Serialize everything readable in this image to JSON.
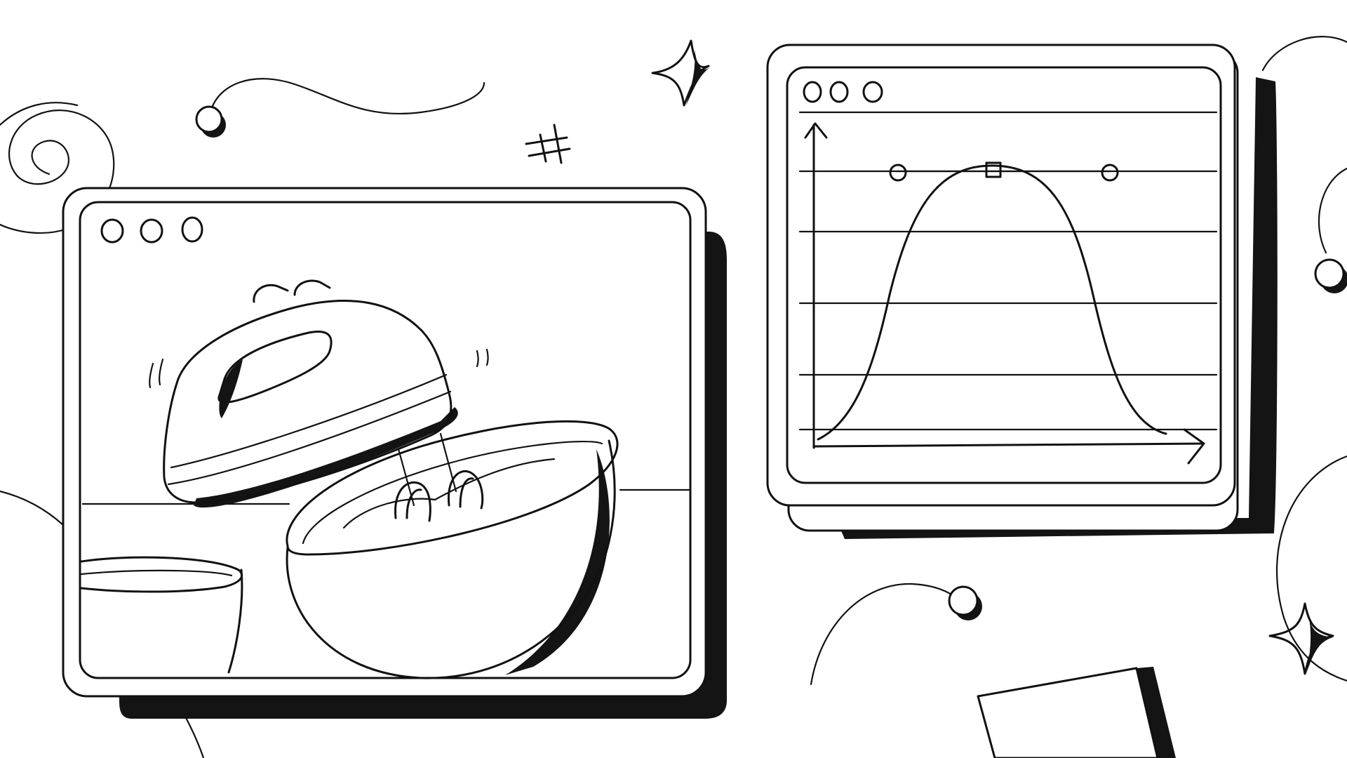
{
  "illustration": {
    "colors": {
      "ink": "#111111",
      "paper": "#ffffff",
      "shadow": "#141414"
    },
    "windows": [
      {
        "name": "mixer-window",
        "controls": [
          "window-dot",
          "window-dot",
          "window-dot"
        ],
        "content": "hand-mixer-icon"
      },
      {
        "name": "chart-window",
        "controls": [
          "window-dot",
          "window-dot",
          "window-dot"
        ],
        "content": "bell-curve-icon"
      }
    ],
    "decorations": [
      "spiral-icon",
      "sparkle-icon",
      "hash-icon",
      "dot-curve-icon"
    ]
  }
}
